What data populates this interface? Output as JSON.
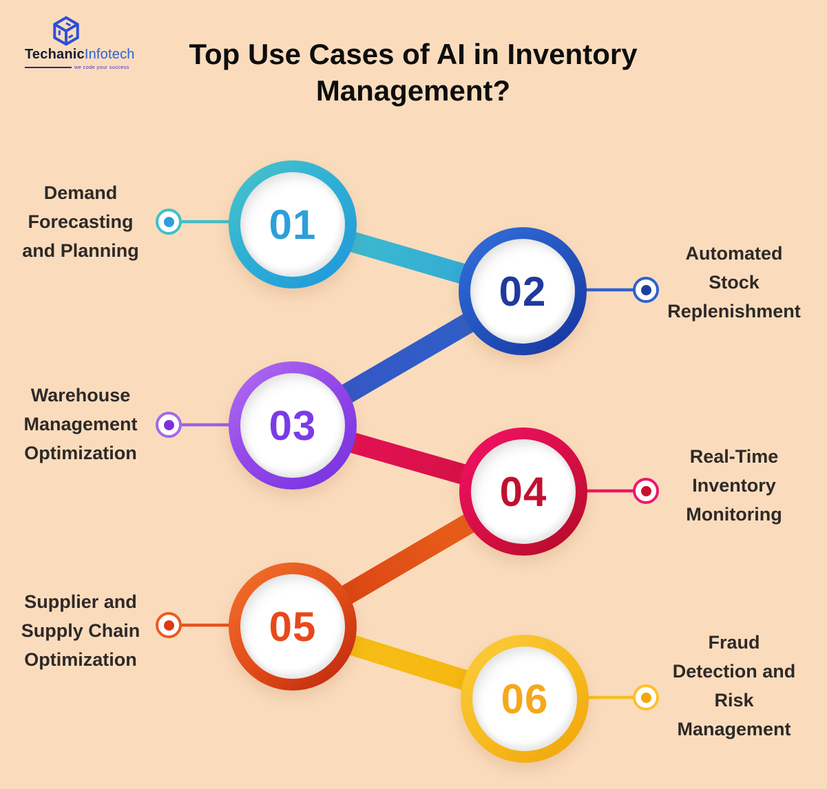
{
  "brand": {
    "name_part1": "Techanic",
    "name_part2": "Infotech",
    "tagline": "we code your success",
    "logo_color": "#2B4FD8",
    "name_dark_color": "#141A33",
    "name_blue_color": "#2B62D9"
  },
  "title": "Top Use Cases of AI in Inventory\nManagement?",
  "palette": {
    "background": "#FADCBD",
    "title_color": "#0D0D0D",
    "label_color": "#2E2927"
  },
  "steps": [
    {
      "number": "01",
      "label": "Demand\nForecasting\nand Planning",
      "side": "left",
      "ring_start": "#4AC6C9",
      "ring_end": "#1F96DC",
      "number_color": "#2D9FDB",
      "connector_color": "#3FC0C9",
      "dot_core_color": "#2E9FDB"
    },
    {
      "number": "02",
      "label": "Automated\nStock\nReplenishment",
      "side": "right",
      "ring_start": "#3472DE",
      "ring_end": "#16329B",
      "number_color": "#20399B",
      "connector_color": "#2E62CE",
      "dot_core_color": "#1C3F9E"
    },
    {
      "number": "03",
      "label": "Warehouse\nManagement\nOptimization",
      "side": "left",
      "ring_start": "#B36FF2",
      "ring_end": "#7430DF",
      "number_color": "#7B3BE8",
      "connector_color": "#A06AEA",
      "dot_core_color": "#7E2FE0"
    },
    {
      "number": "04",
      "label": "Real-Time\nInventory\nMonitoring",
      "side": "right",
      "ring_start": "#F41169",
      "ring_end": "#B00D24",
      "number_color": "#C11030",
      "connector_color": "#F0186B",
      "dot_core_color": "#C8102E"
    },
    {
      "number": "05",
      "label": "Supplier and\nSupply Chain\nOptimization",
      "side": "left",
      "ring_start": "#F4742F",
      "ring_end": "#BC250F",
      "number_color": "#E8481A",
      "connector_color": "#EC5A20",
      "dot_core_color": "#DC3A10"
    },
    {
      "number": "06",
      "label": "Fraud\nDetection and\nRisk\nManagement",
      "side": "right",
      "ring_start": "#FBCD3C",
      "ring_end": "#F0A408",
      "number_color": "#F5A81C",
      "connector_color": "#FBC12D",
      "dot_core_color": "#F5A60A"
    }
  ]
}
